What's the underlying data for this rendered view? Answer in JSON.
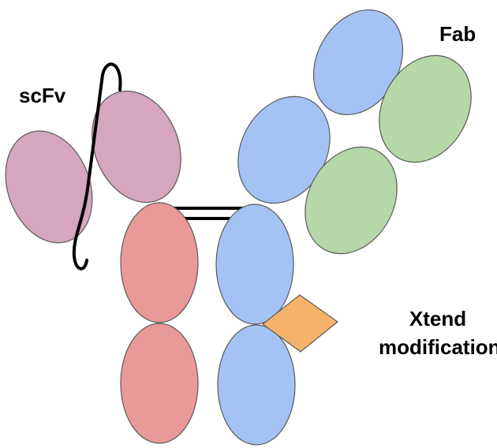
{
  "labels": {
    "scfv": "scFv",
    "fab": "Fab",
    "xtend_line1": "Xtend",
    "xtend_line2": "modification"
  },
  "colors": {
    "scfv_domain": "#d5a6bd",
    "heavy_chain_left": "#ea9999",
    "heavy_chain_right": "#a4c2f4",
    "fab_light_chain": "#b6d7a8",
    "xtend_marker": "#f6b26b",
    "linker": "#000000"
  }
}
